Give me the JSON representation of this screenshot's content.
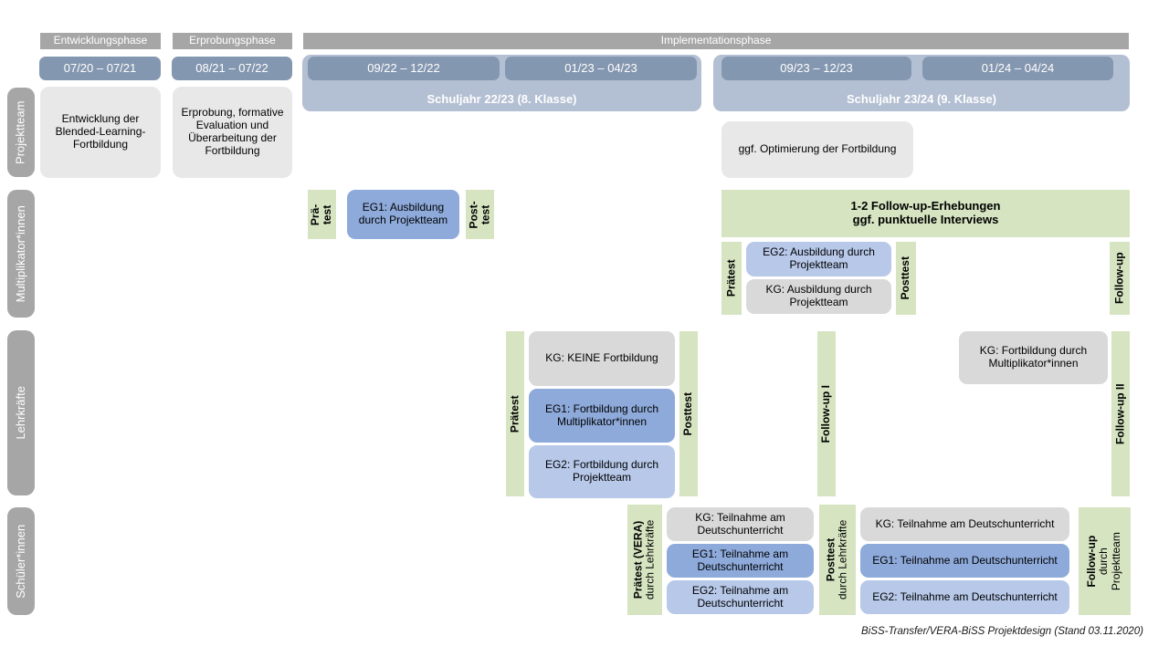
{
  "colors": {
    "phase_gray": "#a6a6a6",
    "date_blue": "#8497b0",
    "schoolyear_blue": "#b3bfd2",
    "task_lightgray": "#e9e8e8",
    "kg_gray": "#d9d9d9",
    "eg1_blue": "#8eaadb",
    "eg2_blue": "#b7c8e9",
    "test_green": "#d6e4c1"
  },
  "header": {
    "phases": {
      "entwicklung": "Entwicklungsphase",
      "erprobung": "Erprobungsphase",
      "implementation": "Implementationsphase"
    },
    "periods": {
      "p1": "07/20 – 07/21",
      "p2": "08/21 – 07/22",
      "p3": "09/22 – 12/22",
      "p4": "01/23 – 04/23",
      "p5": "09/23 – 12/23",
      "p6": "01/24 – 04/24"
    },
    "school_years": {
      "sy1": "Schuljahr 22/23 (8. Klasse)",
      "sy2": "Schuljahr 23/24 (9. Klasse)"
    }
  },
  "lanes": {
    "projektteam": "Projektteam",
    "multiplikatoren": "Multiplikator*innen",
    "lehrkraefte": "Lehrkräfte",
    "schueler": "Schüler*innen"
  },
  "projektteam": {
    "entwicklung": "Entwicklung der Blended-Learning-Fortbildung",
    "erprobung": "Erprobung, formative Evaluation und Überarbeitung der Fortbildung",
    "optimierung": "ggf. Optimierung der Fortbildung"
  },
  "multiplikatoren": {
    "praetest1_l1": "Prä-",
    "praetest1_l2": "test",
    "eg1": "EG1: Ausbildung durch Projektteam",
    "posttest1_l1": "Post-",
    "posttest1_l2": "test",
    "followup_box_l1": "1-2 Follow-up-Erhebungen",
    "followup_box_l2": "ggf. punktuelle Interviews",
    "praetest2": "Prätest",
    "eg2": "EG2: Ausbildung durch Projektteam",
    "kg": "KG: Ausbildung durch Projektteam",
    "posttest2": "Posttest",
    "followup": "Follow-up"
  },
  "lehrkraefte": {
    "praetest": "Prätest",
    "kg": "KG: KEINE Fortbildung",
    "eg1": "EG1: Fortbildung durch Multiplikator*innen",
    "eg2": "EG2: Fortbildung durch Projektteam",
    "posttest": "Posttest",
    "followup1": "Follow-up I",
    "kg2": "KG: Fortbildung durch Multiplikator*innen",
    "followup2": "Follow-up II"
  },
  "schueler": {
    "praetest_l1": "Prätest (VERA)",
    "praetest_l2": "durch Lehrkräfte",
    "kg_a": "KG: Teilnahme am Deutschunterricht",
    "eg1_a": "EG1: Teilnahme am Deutschunterricht",
    "eg2_a": "EG2: Teilnahme am Deutschunterricht",
    "posttest_l1": "Posttest",
    "posttest_l2": "durch Lehrkräfte",
    "kg_b": "KG: Teilnahme am Deutschunterricht",
    "eg1_b": "EG1: Teilnahme am Deutschunterricht",
    "eg2_b": "EG2: Teilnahme am Deutschunterricht",
    "followup_l1": "Follow-up",
    "followup_l2": "durch",
    "followup_l3": "Projektteam"
  },
  "footer": "BiSS-Transfer/VERA-BiSS Projektdesign (Stand 03.11.2020)"
}
